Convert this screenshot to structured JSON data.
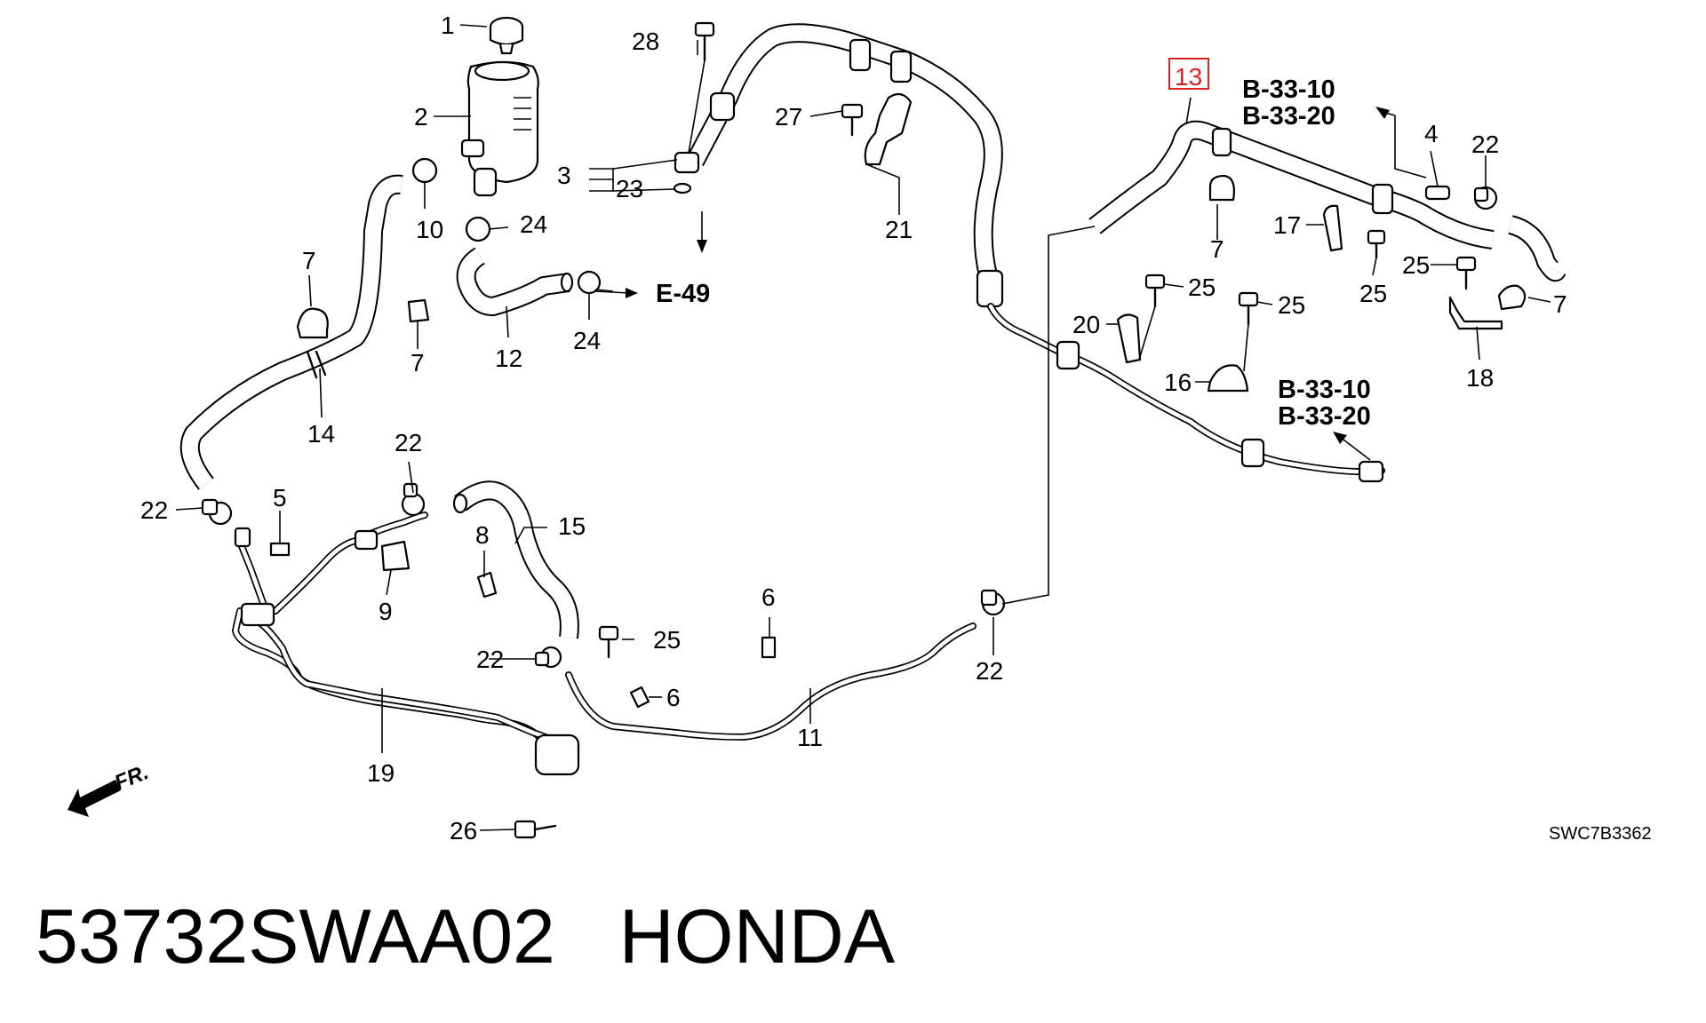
{
  "diagram": {
    "callouts": [
      "1",
      "2",
      "3",
      "4",
      "5",
      "6",
      "6",
      "7",
      "7",
      "7",
      "7",
      "8",
      "9",
      "10",
      "11",
      "12",
      "13",
      "14",
      "15",
      "16",
      "17",
      "18",
      "19",
      "20",
      "21",
      "22",
      "22",
      "22",
      "22",
      "22",
      "23",
      "24",
      "24",
      "25",
      "25",
      "25",
      "25",
      "25",
      "26",
      "27",
      "28"
    ],
    "highlighted_callout": "13",
    "references": {
      "e49": "E-49",
      "b33_10": "B-33-10",
      "b33_20": "B-33-20"
    },
    "front_marker": "FR.",
    "drawing_number": "SWC7B3362",
    "highlight_color": "#e02020"
  },
  "footer": {
    "part_number": "53732SWAA02",
    "brand": "HONDA"
  }
}
